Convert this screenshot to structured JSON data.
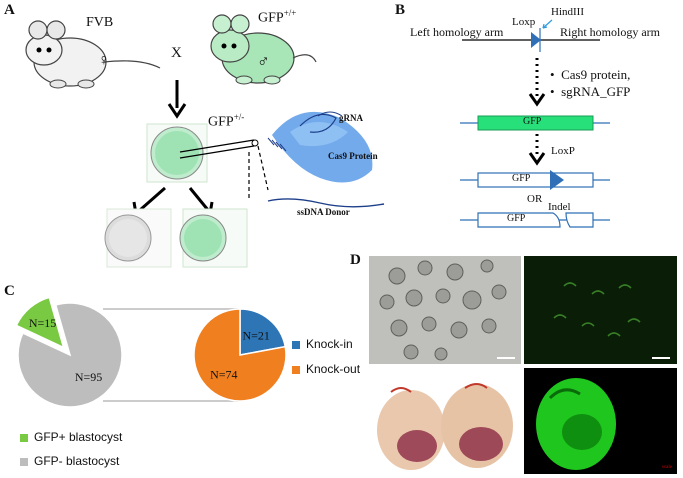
{
  "panels": {
    "a": {
      "letter": "A",
      "mouse_left": "FVB",
      "female_symbol": "♀",
      "cross": "X",
      "mouse_right_base": "GFP",
      "mouse_right_sup": "+/+",
      "male_symbol": "♂",
      "embryo_base": "GFP",
      "embryo_sup": "+/-",
      "grna": "gRNA",
      "cas9": "Cas9 Protein",
      "donor": "ssDNA Donor"
    },
    "b": {
      "letter": "B",
      "hindiii": "HindIII",
      "loxp_top": "Loxp",
      "left_arm": "Left homology arm",
      "right_arm": "Right homology arm",
      "bullet1": "Cas9 protein,",
      "bullet2": "sgRNA_GFP",
      "gfp1": "GFP",
      "loxp2": "LoxP",
      "gfp2": "GFP",
      "or": "OR",
      "indel": "Indel",
      "gfp3": "GFP"
    },
    "c": {
      "letter": "C",
      "legend_pos": "GFP+ blastocyst",
      "legend_neg": "GFP- blastocyst",
      "legend_knockin": "Knock-in",
      "legend_knockout": "Knock-out",
      "colors": {
        "gfp_pos": "#7ac943",
        "gfp_neg": "#bdbdbd",
        "knockin": "#2e75b6",
        "knockout": "#f07f1f"
      }
    },
    "d": {
      "letter": "D"
    }
  },
  "chart_data": [
    {
      "type": "pie",
      "labels": [
        "N=15",
        "N=95"
      ],
      "values": [
        15,
        95
      ],
      "legend": [
        "GFP+ blastocyst",
        "GFP- blastocyst"
      ]
    },
    {
      "type": "pie",
      "labels": [
        "N=21",
        "N=74"
      ],
      "values": [
        21,
        74
      ],
      "legend": [
        "Knock-in",
        "Knock-out"
      ],
      "legend_position": "right"
    }
  ]
}
